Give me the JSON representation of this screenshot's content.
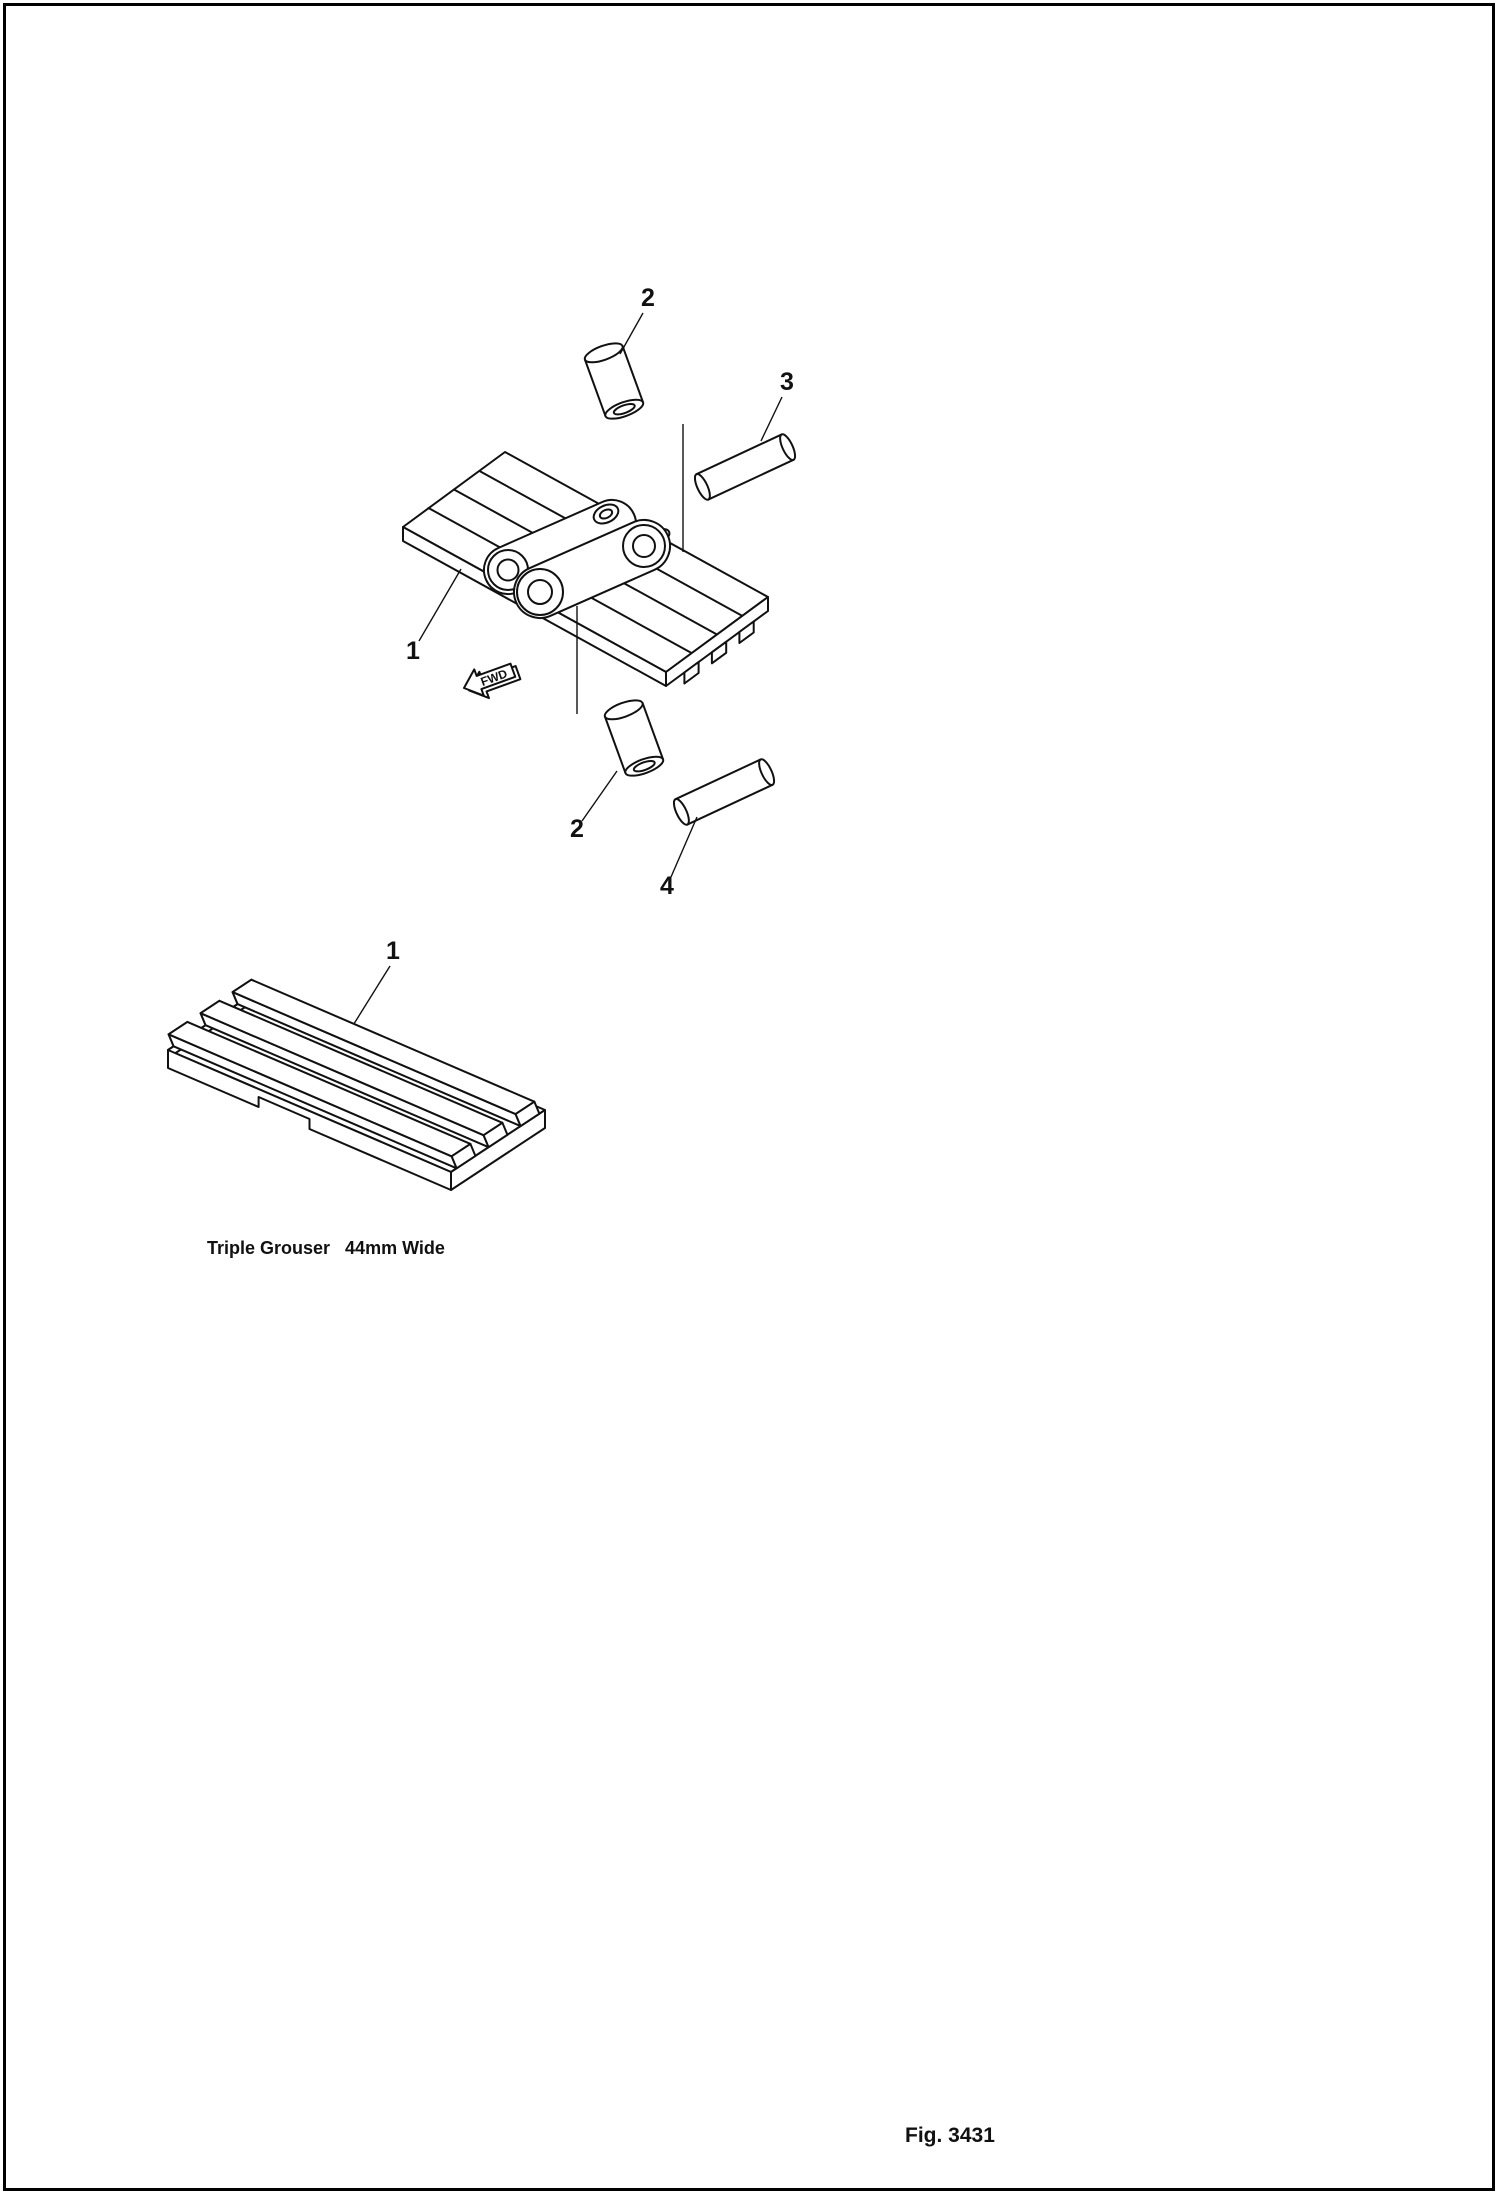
{
  "figure": {
    "caption": "Triple Grouser   44mm Wide",
    "number": "Fig. 3431"
  },
  "fwd_marker": {
    "label": "FWD"
  },
  "callouts": [
    {
      "label": "2"
    },
    {
      "label": "3"
    },
    {
      "label": "1"
    },
    {
      "label": "2"
    },
    {
      "label": "4"
    },
    {
      "label": "1"
    }
  ],
  "colors": {
    "ink": "#111111",
    "paper": "#ffffff"
  }
}
